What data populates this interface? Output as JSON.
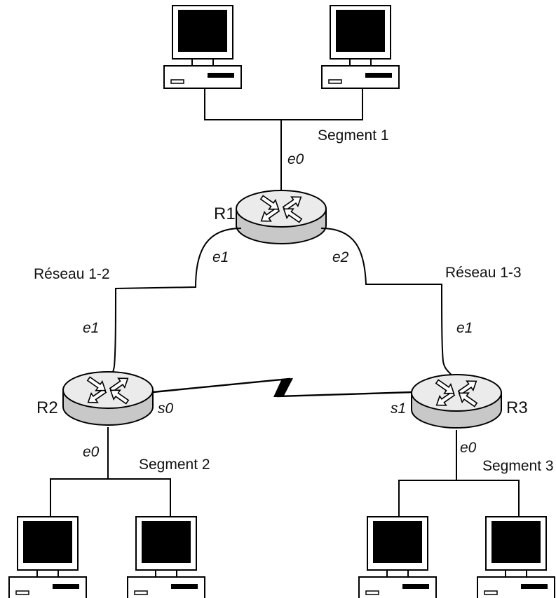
{
  "segments": {
    "s1": "Segment 1",
    "s2": "Segment 2",
    "s3": "Segment 3",
    "r12": "Réseau 1-2",
    "r13": "Réseau 1-3"
  },
  "routers": {
    "r1": "R1",
    "r2": "R2",
    "r3": "R3"
  },
  "interfaces": {
    "r1_e0": "e0",
    "r1_e1": "e1",
    "r1_e2": "e2",
    "r2_e1": "e1",
    "r2_s0": "s0",
    "r2_e0": "e0",
    "r3_e1": "e1",
    "r3_s1": "s1",
    "r3_e0": "e0"
  },
  "colors": {
    "bus": "#b4b4b4",
    "router_top": "#e8e8e8",
    "router_side": "#c8c8c8",
    "screen": "#000000",
    "line": "#000000"
  }
}
